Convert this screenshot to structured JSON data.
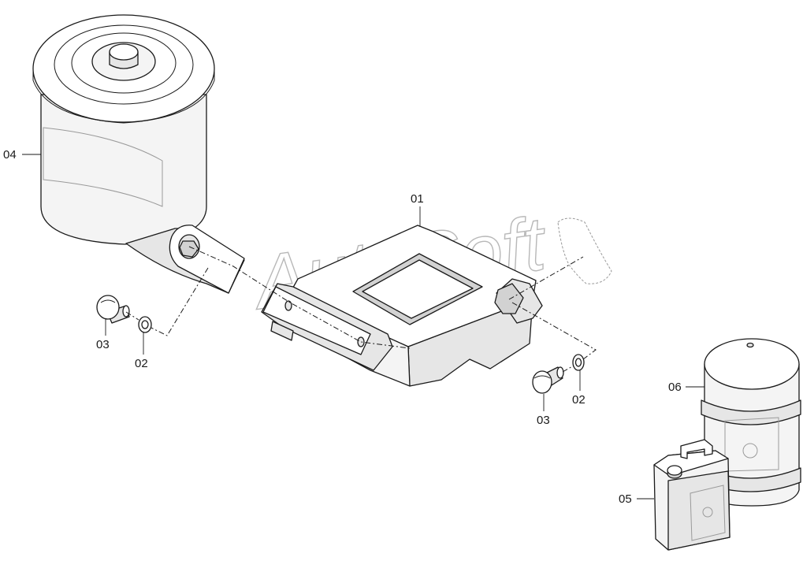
{
  "watermark": "AutoSoft",
  "callouts": {
    "c01": "01",
    "c02_left": "02",
    "c03_left": "03",
    "c04": "04",
    "c02_right": "02",
    "c03_right": "03",
    "c05": "05",
    "c06": "06"
  }
}
